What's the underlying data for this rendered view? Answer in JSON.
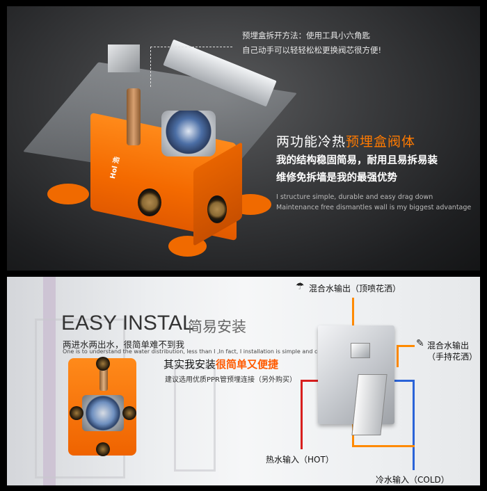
{
  "top": {
    "tip_line1": "预埋盒拆开方法：使用工具小六角匙",
    "tip_line2": "自己动手可以轻轻松松更换阀芯很方便!",
    "heading_white": "两功能冷热",
    "heading_orange": "预埋盒阀体",
    "body_line1": "我的结构稳固简易，耐用且易拆易装",
    "body_line2": "维修免拆墙是我的最强优势",
    "en_line1": "I structure simple, durable and easy drag down",
    "en_line2": "Maintenance free dismantles wall is my biggest advantage",
    "box_brand": "Hol 浩"
  },
  "bottom": {
    "title_en": "EASY INSTAL",
    "title_cn": "简易安装",
    "line1": "两进水两出水，很简单难不到我",
    "line1_en": "One is to understand the water distribution, less than I ,In fact, I installation is simple and convenient",
    "line2_black": "其实我安装",
    "line2_orange": "很简单又便捷",
    "line3": "建议选用优质PPR管预埋连接（另外购买）",
    "label_top": "混合水输出（顶喷花洒）",
    "label_right_1": "混合水输出",
    "label_right_2": "（手持花洒）",
    "label_hot": "热水输入（HOT）",
    "label_cold": "冷水输入（COLD）"
  },
  "colors": {
    "accent_orange": "#ff7a00",
    "hot_red": "#d81e1e",
    "cold_blue": "#2a63d8",
    "mix_orange": "#ff8a00"
  }
}
